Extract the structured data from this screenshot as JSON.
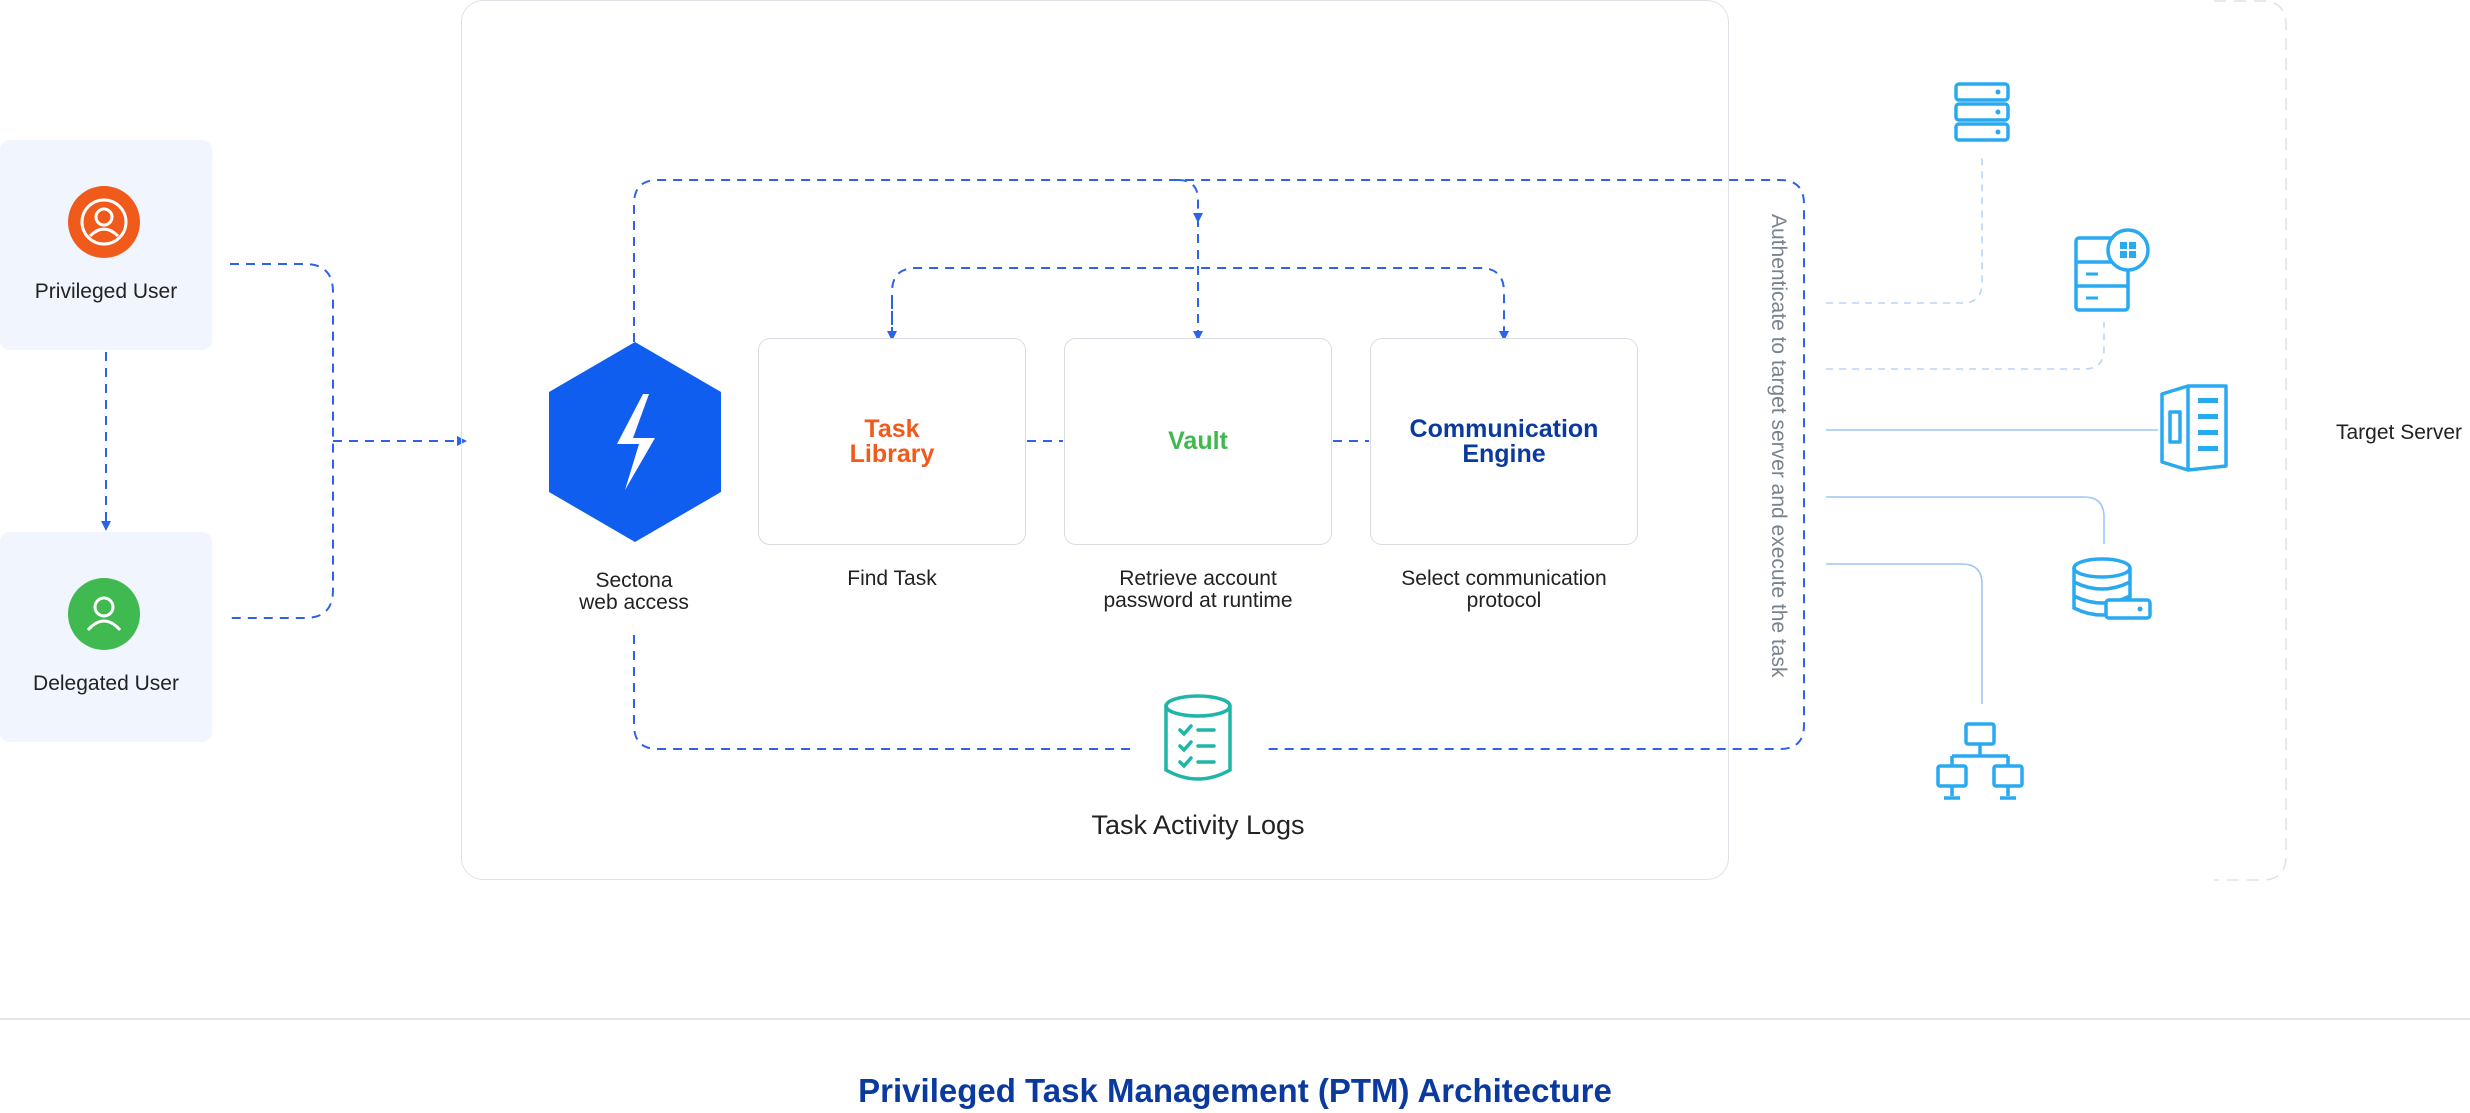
{
  "users": {
    "privileged": "Privileged User",
    "delegated": "Delegated User"
  },
  "gateway": {
    "label": "Sectona\nweb access"
  },
  "components": {
    "task_library": {
      "title": "Task\nLibrary",
      "caption": "Find Task",
      "color": "#f05a1a"
    },
    "vault": {
      "title": "Vault",
      "caption": "Retrieve account\npassword at runtime",
      "color": "#3fb950"
    },
    "comm_engine": {
      "title": "Communication\nEngine",
      "caption": "Select communication\nprotocol",
      "color": "#0b3a9e"
    }
  },
  "logs": {
    "label": "Task Activity Logs"
  },
  "side_note": "Authenticate to target server and execute the task",
  "targets": {
    "label": "Target Server"
  },
  "footer": {
    "title": "Privileged Task Management (PTM) Architecture"
  },
  "colors": {
    "flow_blue": "#2c63e8",
    "brand_blue": "#0f5ef0",
    "server_cyan": "#29aaf0",
    "log_teal": "#1fb5a8",
    "orange": "#f05a1a",
    "green": "#3fb950"
  }
}
